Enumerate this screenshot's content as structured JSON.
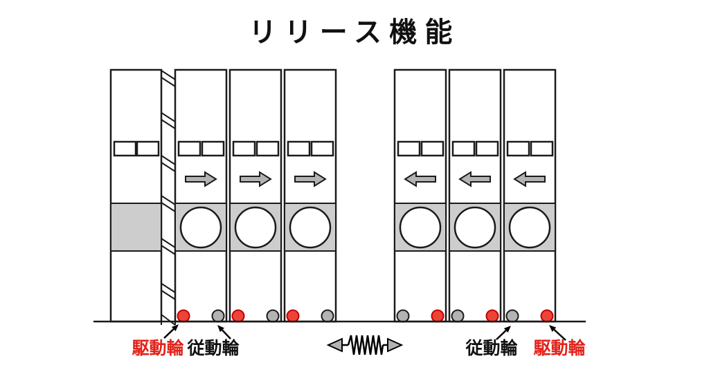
{
  "title": "リリース機能",
  "diagram": {
    "wheel_labels": {
      "drive": "駆動輪",
      "driven": "従動輪"
    },
    "left_group": {
      "fixed_cabinet": true,
      "compressed_gap_hatch": true,
      "mobile_cabinets": 3,
      "move_direction": "right",
      "wheels_per_cabinet": [
        "drive",
        "driven"
      ],
      "callouts": [
        "drive",
        "driven"
      ]
    },
    "right_group": {
      "fixed_cabinet": false,
      "compressed_gap_hatch": false,
      "mobile_cabinets": 3,
      "move_direction": "left",
      "wheels_per_cabinet": [
        "driven",
        "drive"
      ],
      "callouts": [
        "driven",
        "drive"
      ]
    },
    "center_symbol": "spring-double-arrow"
  },
  "colors": {
    "background": "#ffffff",
    "outline": "#1a1a1a",
    "band_gray": "#cdcdcd",
    "arrow_gray": "#b3b3b3",
    "driven_wheel_gray": "#b3b3b3",
    "drive_wheel_red": "#f04337",
    "drive_wheel_red_stroke": "#c00000",
    "drive_label_red": "#e2231a",
    "driven_label_black": "#111111"
  }
}
